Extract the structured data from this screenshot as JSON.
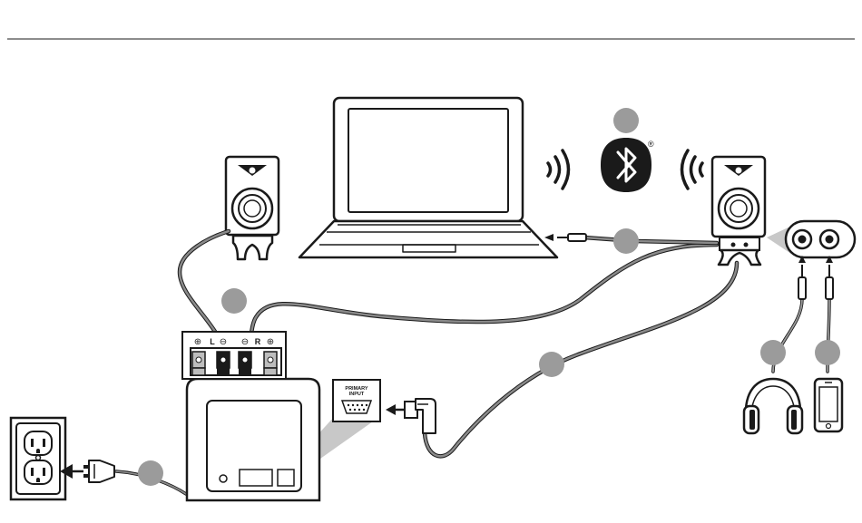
{
  "diagram": {
    "terminal_plus": "⊕",
    "terminal_minus": "⊖",
    "channel_left": "L",
    "channel_right": "R",
    "input_label_line1": "PRIMARY",
    "input_label_line2": "INPUT",
    "registered_mark": "®"
  },
  "colors": {
    "ink": "#1a1a1a",
    "marker": "#9b9b9b",
    "highlight": "#c8c8c8",
    "cable": "#7a7a7a"
  }
}
